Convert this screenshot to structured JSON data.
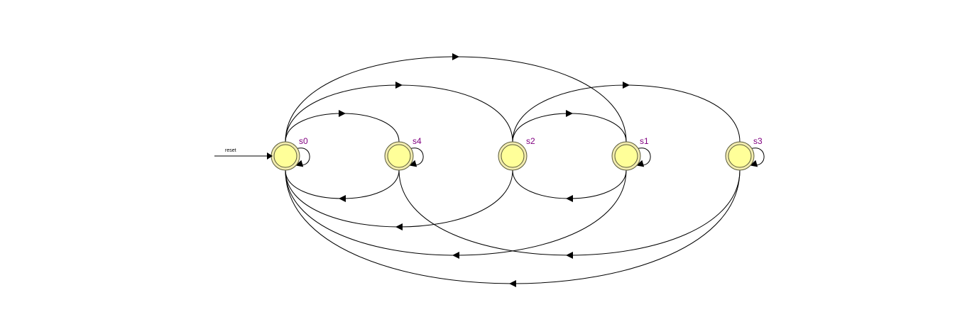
{
  "diagram": {
    "type": "state-machine",
    "reset_label": "reset",
    "initial_state": "s0",
    "colors": {
      "state_fill": "#ffff99",
      "state_ring": "#f2ecb0",
      "label": "#800080",
      "edge": "#000000"
    },
    "states": [
      {
        "id": "s0",
        "label": "s0",
        "self_loop": true
      },
      {
        "id": "s4",
        "label": "s4",
        "self_loop": true
      },
      {
        "id": "s2",
        "label": "s2",
        "self_loop": false
      },
      {
        "id": "s1",
        "label": "s1",
        "self_loop": true
      },
      {
        "id": "s3",
        "label": "s3",
        "self_loop": true
      }
    ],
    "transitions": [
      {
        "from": "s0",
        "to": "s4"
      },
      {
        "from": "s0",
        "to": "s2"
      },
      {
        "from": "s0",
        "to": "s1"
      },
      {
        "from": "s2",
        "to": "s1"
      },
      {
        "from": "s2",
        "to": "s3"
      },
      {
        "from": "s4",
        "to": "s0"
      },
      {
        "from": "s2",
        "to": "s0"
      },
      {
        "from": "s1",
        "to": "s0"
      },
      {
        "from": "s3",
        "to": "s0"
      },
      {
        "from": "s1",
        "to": "s2"
      },
      {
        "from": "s3",
        "to": "s4"
      }
    ]
  }
}
